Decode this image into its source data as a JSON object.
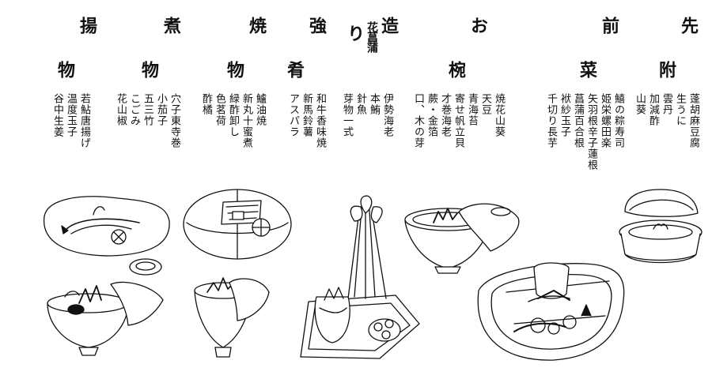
{
  "menu": {
    "courses": [
      {
        "id": "sakizuke",
        "top": "先",
        "bottom": "附",
        "items": [
          "蓬胡麻豆腐",
          "生うに",
          "雲丹",
          "加減酢",
          "山葵"
        ]
      },
      {
        "id": "zensai",
        "top": "前",
        "bottom": "菜",
        "items": [
          "鱚の粽寿司",
          "姫栄螺田楽",
          "矢羽根辛子蓮根",
          "菖蒲百合根",
          "袱紗玉子",
          "千切り長芋"
        ]
      },
      {
        "id": "owan",
        "top": "お",
        "bottom": "椀",
        "items": [
          "焼花山葵",
          "天豆",
          "青海苔",
          "寄せ帆立貝",
          "才巻海老",
          "蕨・金箔",
          "口、木の芽"
        ]
      },
      {
        "id": "tsukuri",
        "top": "造",
        "middle": "花菖蒲",
        "bottom": "り",
        "items": [
          "伊勢海老",
          "本鮪",
          "針魚",
          "芽物一式"
        ]
      },
      {
        "id": "shiizakana",
        "top": "強",
        "bottom": "肴",
        "items": [
          "和牛香味焼",
          "新馬鈴薯",
          "アスパラ"
        ]
      },
      {
        "id": "yakimono",
        "top": "焼",
        "bottom": "物",
        "items": [
          "鱸油焼",
          "新丸十蜜煮",
          "緑酢卸し",
          "色茗荷",
          "酢橘"
        ]
      },
      {
        "id": "nimono",
        "top": "煮",
        "bottom": "物",
        "items": [
          "穴子東寺巻",
          "小茄子",
          "五三竹",
          "こごみ",
          "花山椒"
        ]
      },
      {
        "id": "agemono",
        "top": "揚",
        "bottom": "物",
        "items": [
          "若鮎唐揚げ",
          "温度玉子",
          "谷中生姜"
        ]
      }
    ]
  }
}
